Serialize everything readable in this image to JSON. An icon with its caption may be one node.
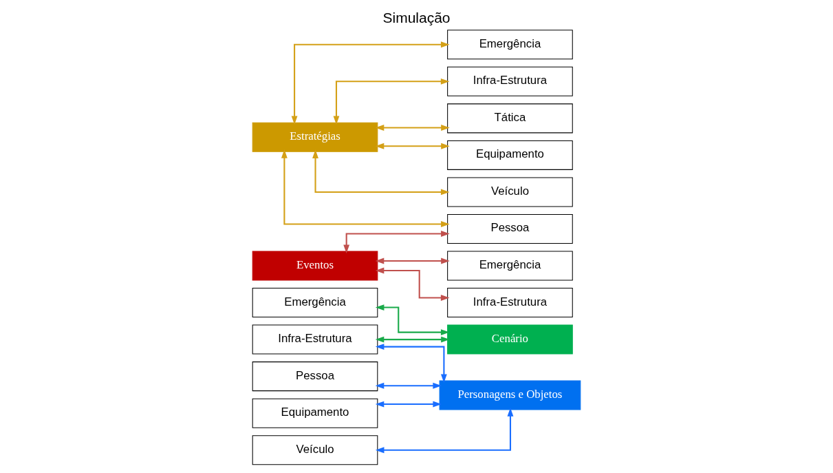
{
  "diagram": {
    "title": "Simulação",
    "nodes": [
      {
        "text": [
          "Emergência"
        ]
      },
      {
        "text": [
          "Infra-Estrutura"
        ]
      },
      {
        "text": [
          "Pessoa"
        ]
      },
      {
        "text": [
          "Equipamento"
        ]
      },
      {
        "text": [
          "Veículo"
        ]
      },
      {
        "text": [
          "Cenário"
        ]
      },
      {
        "text": [
          "Personagens e Objetos"
        ]
      },
      {
        "text": [
          "Estratégias"
        ]
      },
      {
        "text": [
          "Eventos"
        ]
      },
      {
        "text": [
          "Emergência"
        ]
      },
      {
        "text": [
          "Infra-Estrutura"
        ]
      },
      {
        "text": [
          "Tática"
        ]
      },
      {
        "text": [
          "Equipamento"
        ]
      },
      {
        "text": [
          "Veículo"
        ]
      },
      {
        "text": [
          "Pessoa"
        ]
      },
      {
        "text": [
          "Emergência"
        ]
      },
      {
        "text": [
          "Infra-Estrutura"
        ]
      }
    ],
    "edges": [
      {
        "from": 0,
        "to": 5,
        "arrow": "both",
        "color": "#1aaa4a"
      },
      {
        "from": 1,
        "to": 5,
        "arrow": "both",
        "color": "#1aaa4a"
      },
      {
        "from": 1,
        "to": 6,
        "arrow": "both",
        "color": "#1a6eff"
      },
      {
        "from": 2,
        "to": 6,
        "arrow": "both",
        "color": "#1a6eff"
      },
      {
        "from": 3,
        "to": 6,
        "arrow": "both",
        "color": "#1a6eff"
      },
      {
        "from": 4,
        "to": 6,
        "arrow": "both",
        "color": "#1a6eff"
      },
      {
        "from": 7,
        "to": 9,
        "arrow": "both",
        "color": "#d4a017"
      },
      {
        "from": 7,
        "to": 10,
        "arrow": "both",
        "color": "#d4a017"
      },
      {
        "from": 7,
        "to": 11,
        "arrow": "both",
        "color": "#d4a017"
      },
      {
        "from": 7,
        "to": 12,
        "arrow": "both",
        "color": "#d4a017"
      },
      {
        "from": 7,
        "to": 13,
        "arrow": "both",
        "color": "#d4a017"
      },
      {
        "from": 7,
        "to": 14,
        "arrow": "both",
        "color": "#d4a017"
      },
      {
        "from": 8,
        "to": 14,
        "arrow": "both",
        "color": "#c0504d"
      },
      {
        "from": 8,
        "to": 15,
        "arrow": "both",
        "color": "#c0504d"
      },
      {
        "from": 8,
        "to": 16,
        "arrow": "both",
        "color": "#c0504d"
      }
    ]
  }
}
